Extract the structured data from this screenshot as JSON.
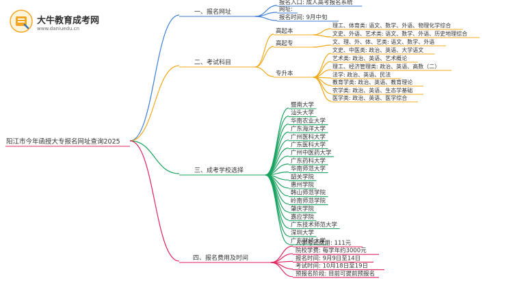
{
  "brand": {
    "title": "大牛教育成考网",
    "domain": "www.daniuedu.cn",
    "accent": "#f5a623"
  },
  "root": "阳江市今年函授大专报名网址查询2025",
  "colors": {
    "branch1": "#3a7bd5",
    "branch2": "#f0a818",
    "branch3": "#1aa260",
    "branch4": "#e0245e",
    "root_line": "#e0245e"
  },
  "branches": [
    {
      "label": "一、报名网址",
      "leaves": [
        "报名入口: 成人高考报名系统",
        "网址:",
        "报名时间: 9月中旬"
      ]
    },
    {
      "label": "二、考试科目",
      "groups": [
        {
          "label": "高起本",
          "leaves": [
            "理工、体育类: 语文、数学、外语、物理化学综合",
            "文史、外语、艺术类: 语文、数学、外语、历史地理综合"
          ]
        },
        {
          "label": "高起专",
          "leaves": [
            "文、理、外、体、艺类: 语文、数学、外语"
          ]
        },
        {
          "label": "专升本",
          "leaves": [
            "文史、中医类: 政治、英语、大学语文",
            "艺术类: 政治、英语、艺术概论",
            "理工、经济管理类: 政治、英语、高数（二）",
            "法学: 政治、英语、民法",
            "教育学类: 政治、英语、教育理论",
            "农学类: 政治、英语、生态学基础",
            "医学类: 政治、英语、医学综合"
          ]
        }
      ]
    },
    {
      "label": "三、成考学校选择",
      "leaves": [
        "暨南大学",
        "汕头大学",
        "华南农业大学",
        "广东海洋大学",
        "广州医科大学",
        "广东医科大学",
        "广州中医药大学",
        "广东药科大学",
        "华南师范大学",
        "韶关学院",
        "惠州学院",
        "韩山师范学院",
        "岭南师范学院",
        "肇庆学院",
        "嘉应学院",
        "广东技术师范大学",
        "深圳大学",
        "广东财经大学"
      ]
    },
    {
      "label": "四、报名费用及时间",
      "leaves": [
        "入学考试费用: 111元",
        "院校学费: 每学年约3000元",
        "报名时间: 9月9日至14日",
        "考试时间: 10月18日至19日",
        "预报名阶段: 目前可提前预报名"
      ]
    }
  ]
}
